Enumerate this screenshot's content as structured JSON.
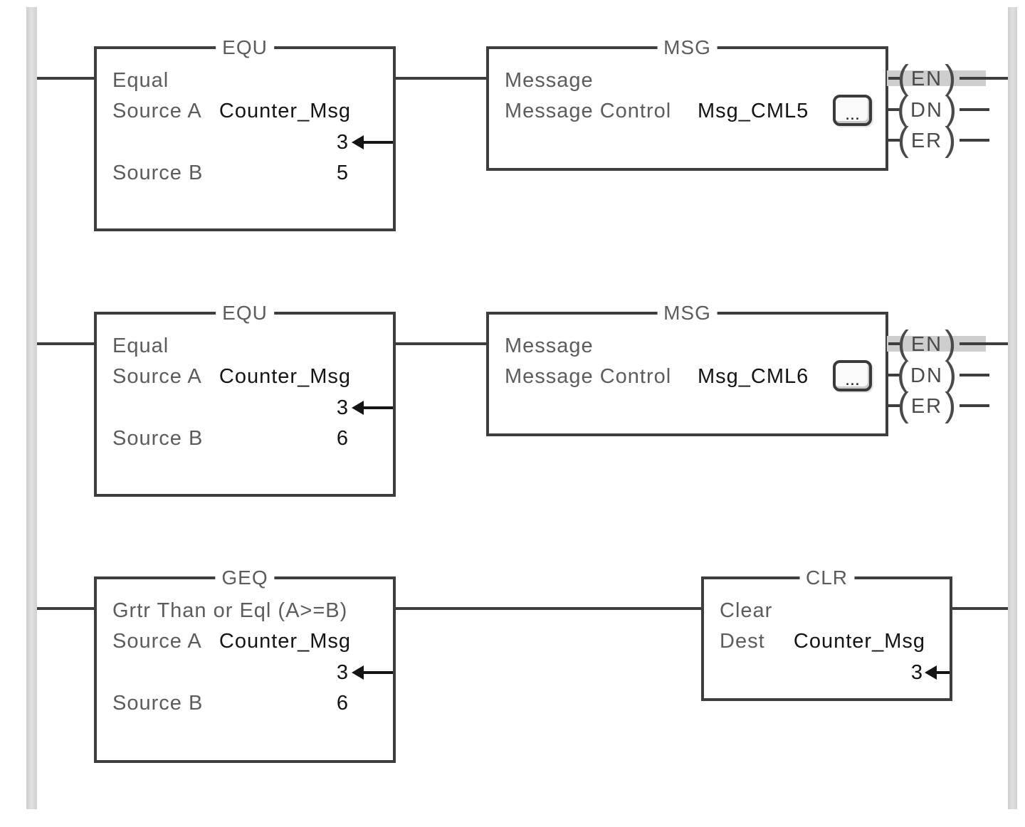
{
  "symbols": {
    "coil_open": "(",
    "coil_close": ")"
  },
  "colors": {
    "wire": "#3e3e3e",
    "label_text": "#5c5c5c",
    "value_text": "#141414",
    "energized_highlight": "#cecece",
    "power_rail": "#d8d8d8",
    "canvas_background": "#ffffff"
  },
  "rungs": [
    {
      "comparator": {
        "title": "EQU",
        "name": "Equal",
        "source_a_label": "Source A",
        "source_a_tag": "Counter_Msg",
        "source_a_live": "3",
        "source_b_label": "Source B",
        "source_b_value": "5"
      },
      "message": {
        "title": "MSG",
        "name": "Message",
        "control_label": "Message Control",
        "control_tag": "Msg_CML5",
        "browse_label": "...",
        "coil_en": "EN",
        "coil_dn": "DN",
        "coil_er": "ER"
      }
    },
    {
      "comparator": {
        "title": "EQU",
        "name": "Equal",
        "source_a_label": "Source A",
        "source_a_tag": "Counter_Msg",
        "source_a_live": "3",
        "source_b_label": "Source B",
        "source_b_value": "6"
      },
      "message": {
        "title": "MSG",
        "name": "Message",
        "control_label": "Message Control",
        "control_tag": "Msg_CML6",
        "browse_label": "...",
        "coil_en": "EN",
        "coil_dn": "DN",
        "coil_er": "ER"
      }
    },
    {
      "comparator": {
        "title": "GEQ",
        "name": "Grtr Than or Eql (A>=B)",
        "source_a_label": "Source A",
        "source_a_tag": "Counter_Msg",
        "source_a_live": "3",
        "source_b_label": "Source B",
        "source_b_value": "6"
      },
      "clear": {
        "title": "CLR",
        "name": "Clear",
        "dest_label": "Dest",
        "dest_tag": "Counter_Msg",
        "dest_live": "3"
      }
    }
  ]
}
